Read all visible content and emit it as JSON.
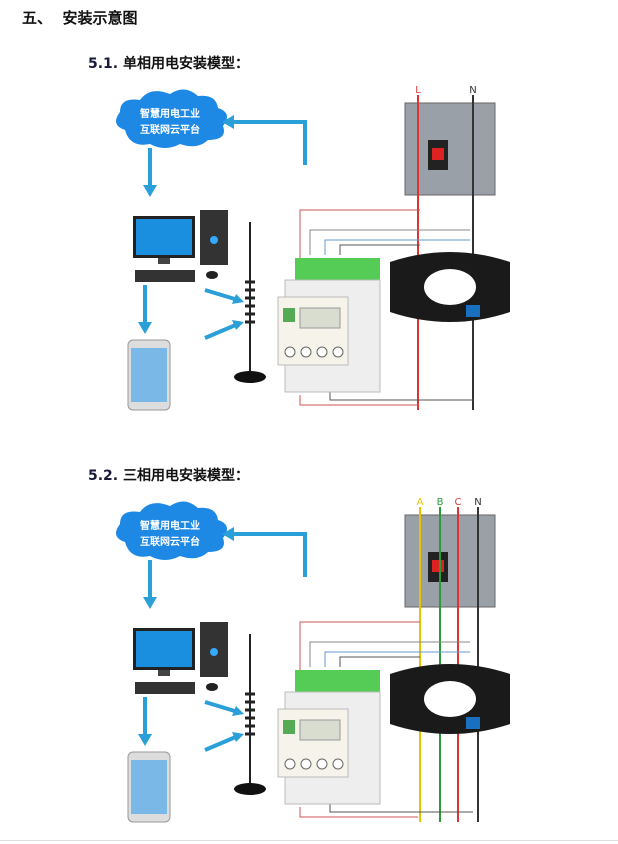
{
  "section": {
    "number": "五、",
    "title": "安装示意图"
  },
  "diagrams": [
    {
      "number": "5.1.",
      "title": "单相用电安装模型：",
      "cloud_line1": "智慧用电工业",
      "cloud_line2": "互联网云平台",
      "phase_labels": [
        "L",
        "N"
      ],
      "phase_colors": [
        "#d33",
        "#333"
      ]
    },
    {
      "number": "5.2.",
      "title": "三相用电安装模型：",
      "cloud_line1": "智慧用电工业",
      "cloud_line2": "互联网云平台",
      "phase_labels": [
        "A",
        "B",
        "C",
        "N"
      ],
      "phase_colors": [
        "#e8c400",
        "#2a9a3a",
        "#d33",
        "#333"
      ]
    }
  ],
  "colors": {
    "arrow": "#2a9fd8",
    "cloud": "#1e88e5"
  }
}
